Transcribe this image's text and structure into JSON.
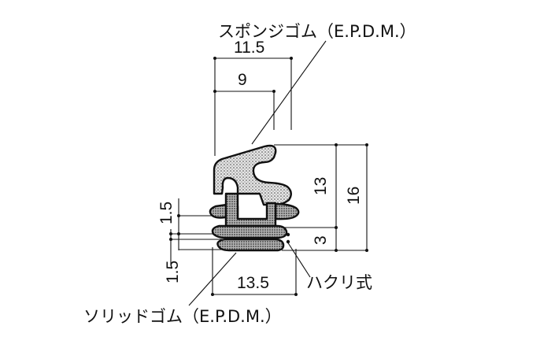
{
  "labels": {
    "sponge_rubber": "スポンジゴム（E.P.D.M.）",
    "solid_rubber": "ソリッドゴム（E.P.D.M.）",
    "peel_type": "ハクリ式"
  },
  "dimensions": {
    "top_width": "11.5",
    "inner_width": "9",
    "right_height_small": "13",
    "right_height_total": "16",
    "right_height_base": "3",
    "left_fin": "1.5",
    "left_base": "1.5",
    "bottom_width": "13.5"
  },
  "colors": {
    "ink": "#111111",
    "sponge_fill": "#c9c9c9",
    "solid_fill": "#8d8d8d"
  }
}
